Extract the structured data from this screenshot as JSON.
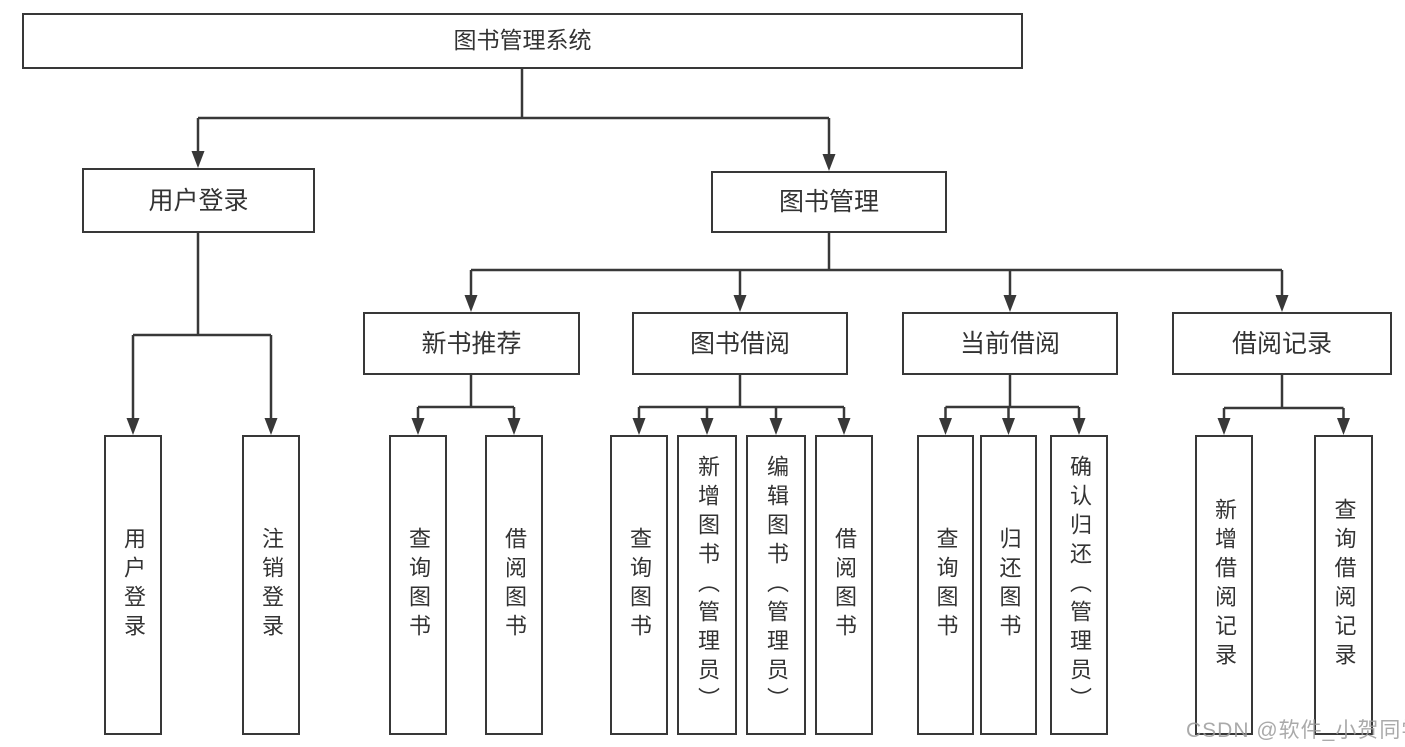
{
  "diagram_title": "图书管理系统",
  "nodes": {
    "root": {
      "label": "图书管理系统"
    },
    "user_login": {
      "label": "用户登录"
    },
    "book_management": {
      "label": "图书管理"
    },
    "new_book_recommend": {
      "label": "新书推荐"
    },
    "book_borrowing": {
      "label": "图书借阅"
    },
    "current_borrowing": {
      "label": "当前借阅"
    },
    "borrowing_records": {
      "label": "借阅记录"
    },
    "leaf_user_login": {
      "label": "用户登录"
    },
    "leaf_logout": {
      "label": "注销登录"
    },
    "leaf_query_books_recommend": {
      "label": "查询图书"
    },
    "leaf_borrow_books_recommend": {
      "label": "借阅图书"
    },
    "leaf_query_books_borrowing": {
      "label": "查询图书"
    },
    "leaf_add_books_admin": {
      "label": "新增图书（管理员）"
    },
    "leaf_edit_books_admin": {
      "label": "编辑图书（管理员）"
    },
    "leaf_borrow_books_borrowing": {
      "label": "借阅图书"
    },
    "leaf_query_books_current": {
      "label": "查询图书"
    },
    "leaf_return_books": {
      "label": "归还图书"
    },
    "leaf_confirm_return_admin": {
      "label": "确认归还（管理员）"
    },
    "leaf_add_borrow_record": {
      "label": "新增借阅记录"
    },
    "leaf_query_borrow_record": {
      "label": "查询借阅记录"
    }
  },
  "hierarchy": {
    "图书管理系统": {
      "用户登录": [
        "用户登录",
        "注销登录"
      ],
      "图书管理": {
        "新书推荐": [
          "查询图书",
          "借阅图书"
        ],
        "图书借阅": [
          "查询图书",
          "新增图书（管理员）",
          "编辑图书（管理员）",
          "借阅图书"
        ],
        "当前借阅": [
          "查询图书",
          "归还图书",
          "确认归还（管理员）"
        ],
        "借阅记录": [
          "新增借阅记录",
          "查询借阅记录"
        ]
      }
    }
  },
  "watermark": {
    "text": "CSDN @软件_小贺同学"
  },
  "colors": {
    "line": "#383838",
    "border": "#383838",
    "text": "#333333",
    "watermark": "#9c9c9c",
    "background": "#ffffff"
  }
}
